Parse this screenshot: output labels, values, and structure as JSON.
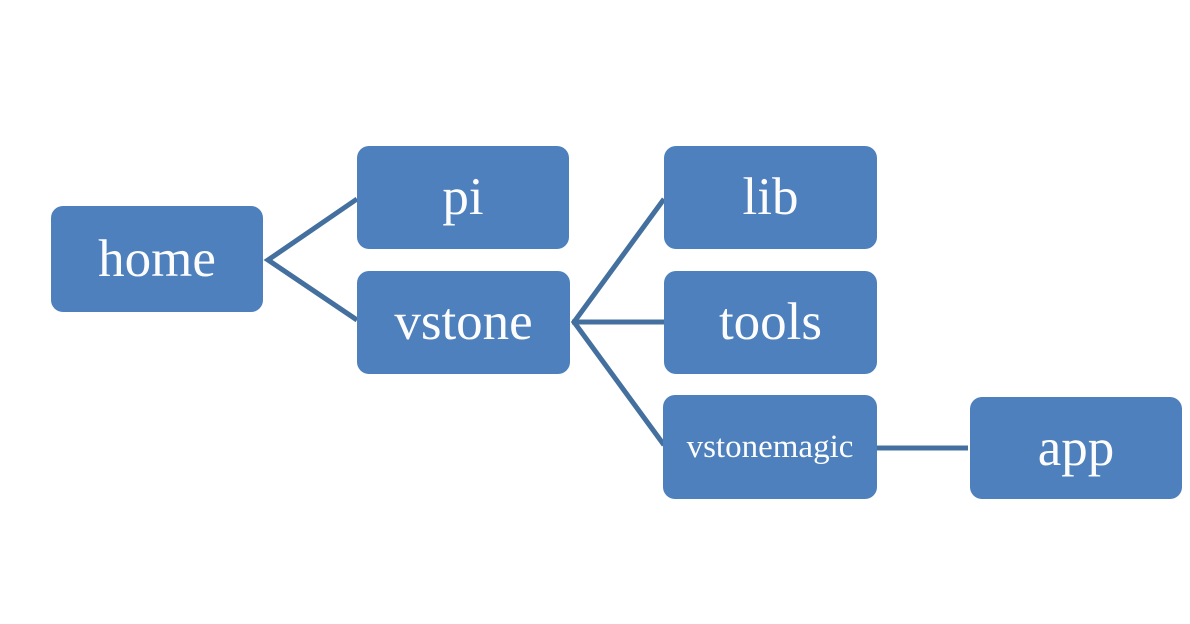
{
  "colors": {
    "node_fill": "#4d80bc",
    "node_text": "#fcfcfc",
    "connector": "#44709f",
    "page_bg": "#ffffff"
  },
  "diagram": {
    "type": "tree",
    "root": "home",
    "nodes": [
      {
        "id": "home",
        "label": "home",
        "parent": null
      },
      {
        "id": "pi",
        "label": "pi",
        "parent": "home"
      },
      {
        "id": "vstone",
        "label": "vstone",
        "parent": "home"
      },
      {
        "id": "lib",
        "label": "lib",
        "parent": "vstone"
      },
      {
        "id": "tools",
        "label": "tools",
        "parent": "vstone"
      },
      {
        "id": "vstonemagic",
        "label": "vstonemagic",
        "parent": "vstone"
      },
      {
        "id": "app",
        "label": "app",
        "parent": "vstonemagic"
      }
    ],
    "edges": [
      {
        "from": "home",
        "to": "pi"
      },
      {
        "from": "home",
        "to": "vstone"
      },
      {
        "from": "vstone",
        "to": "lib"
      },
      {
        "from": "vstone",
        "to": "tools"
      },
      {
        "from": "vstone",
        "to": "vstonemagic"
      },
      {
        "from": "vstonemagic",
        "to": "app"
      }
    ]
  }
}
